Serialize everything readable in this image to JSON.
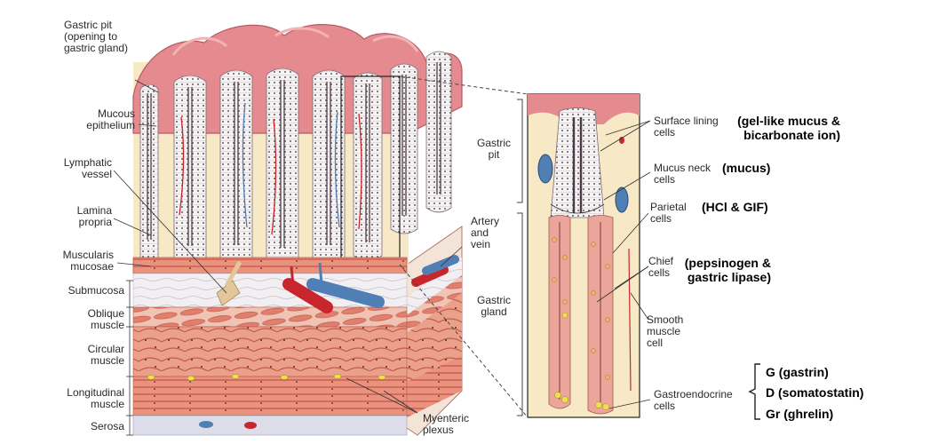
{
  "left_labels": {
    "gastric_pit": "Gastric pit\n(opening to\ngastric gland)",
    "mucous_epithelium": "Mucous\nepithelium",
    "lymphatic_vessel": "Lymphatic\nvessel",
    "lamina_propria": "Lamina\npropria",
    "muscularis_mucosae": "Muscularis\nmucosae",
    "submucosa": "Submucosa",
    "oblique_muscle": "Oblique\nmuscle",
    "circular_muscle": "Circular\nmuscle",
    "longitudinal_muscle": "Longitudinal\nmuscle",
    "serosa": "Serosa"
  },
  "center_labels": {
    "artery_vein": "Artery\nand\nvein",
    "myenteric_plexus": "Myenteric\nplexus",
    "gastric_pit_region": "Gastric\npit",
    "gastric_gland_region": "Gastric\ngland"
  },
  "right_labels": {
    "surface_lining": "Surface lining\ncells",
    "mucus_neck": "Mucus neck\ncells",
    "parietal": "Parietal\ncells",
    "chief": "Chief\ncells",
    "smooth_muscle": "Smooth\nmuscle\ncell",
    "gastroendocrine": "Gastroendocrine\ncells"
  },
  "secretions": {
    "surface_lining": "(gel-like mucus &\nbicarbonate ion)",
    "mucus_neck": "(mucus)",
    "parietal": "(HCl & GIF)",
    "chief": "(pepsinogen &\ngastric lipase)",
    "endocrine_g": "G (gastrin)",
    "endocrine_d": "D (somatostatin)",
    "endocrine_gr": "Gr (ghrelin)"
  },
  "colors": {
    "mucosa_pink": "#e3868b",
    "mucosa_dark": "#c6626b",
    "lamina": "#f7e7c2",
    "muscle": "#e99a86",
    "muscle_dark": "#c9604f",
    "submucosa": "#f1eef0",
    "vein": "#4f7fb4",
    "artery": "#c8262c",
    "nerve": "#e3c79a",
    "endocrine": "#f2e04a"
  }
}
